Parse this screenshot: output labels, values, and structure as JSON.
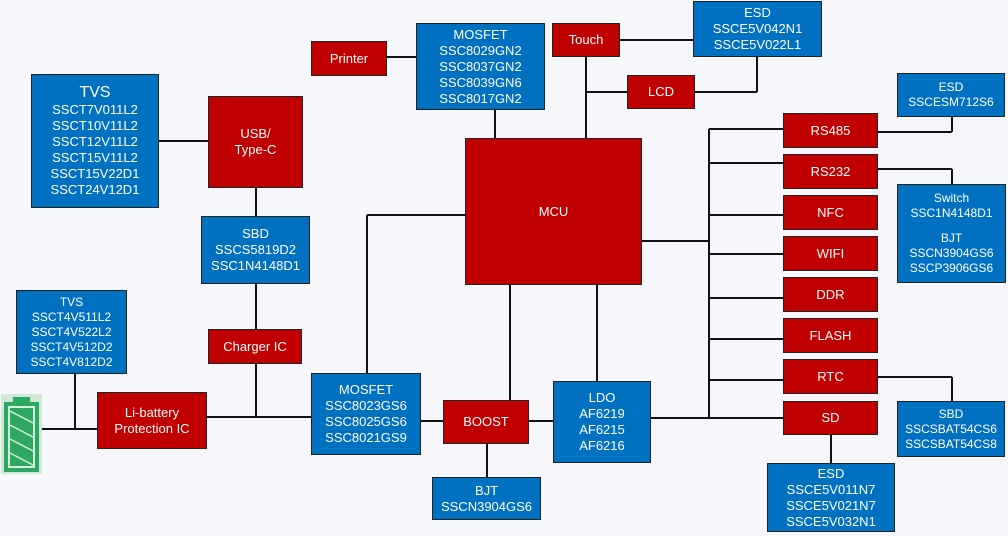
{
  "colors": {
    "block": "#c00000",
    "component": "#0070c0",
    "background": "#f5f7fa",
    "battery": "#2ea860"
  },
  "blocks": {
    "mcu": "MCU",
    "usb": [
      "USB/",
      "Type-C"
    ],
    "printer": "Printer",
    "touch": "Touch",
    "lcd": "LCD",
    "charger": "Charger IC",
    "li_battery": [
      "Li-battery",
      "Protection IC"
    ],
    "boost": "BOOST",
    "rs485": "RS485",
    "rs232": "RS232",
    "nfc": "NFC",
    "wifi": "WIFI",
    "ddr": "DDR",
    "flash": "FLASH",
    "rtc": "RTC",
    "sd": "SD"
  },
  "components": {
    "tvs_usb": {
      "title": "TVS",
      "parts": [
        "SSCT7V011L2",
        "SSCT10V11L2",
        "SSCT12V11L2",
        "SSCT15V11L2",
        "SSCT15V22D1",
        "SSCT24V12D1"
      ]
    },
    "sbd_usb": {
      "title": "SBD",
      "parts": [
        "SSCS5819D2",
        "SSC1N4148D1"
      ]
    },
    "tvs_battery": {
      "title": "TVS",
      "parts": [
        "SSCT4V511L2",
        "SSCT4V522L2",
        "SSCT4V512D2",
        "SSCT4V812D2"
      ]
    },
    "mosfet_top": {
      "title": "MOSFET",
      "parts": [
        "SSC8029GN2",
        "SSC8037GN2",
        "SSC8039GN6",
        "SSC8017GN2"
      ]
    },
    "mosfet_power": {
      "title": "MOSFET",
      "parts": [
        "SSC8023GS6",
        "SSC8025GS6",
        "SSC8021GS9"
      ]
    },
    "bjt_boost": {
      "title": "BJT",
      "parts": [
        "SSCN3904GS6"
      ]
    },
    "ldo": {
      "title": "LDO",
      "parts": [
        "AF6219",
        "AF6215",
        "AF6216"
      ]
    },
    "esd_touch": {
      "title": "ESD",
      "parts": [
        "SSCE5V042N1",
        "SSCE5V022L1"
      ]
    },
    "esd_rs485": {
      "title": "ESD",
      "parts": [
        "SSCESM712S6"
      ]
    },
    "switch_bjt_rs232": {
      "switch_title": "Switch",
      "switch_parts": [
        "SSC1N4148D1"
      ],
      "bjt_title": "BJT",
      "bjt_parts": [
        "SSCN3904GS6",
        "SSCP3906GS6"
      ]
    },
    "sbd_rtc": {
      "title": "SBD",
      "parts": [
        "SSCSBAT54CS6",
        "SSCSBAT54CS8"
      ]
    },
    "esd_sd": {
      "title": "ESD",
      "parts": [
        "SSCE5V011N7",
        "SSCE5V021N7",
        "SSCE5V032N1"
      ]
    }
  },
  "battery_icon": "battery-icon"
}
